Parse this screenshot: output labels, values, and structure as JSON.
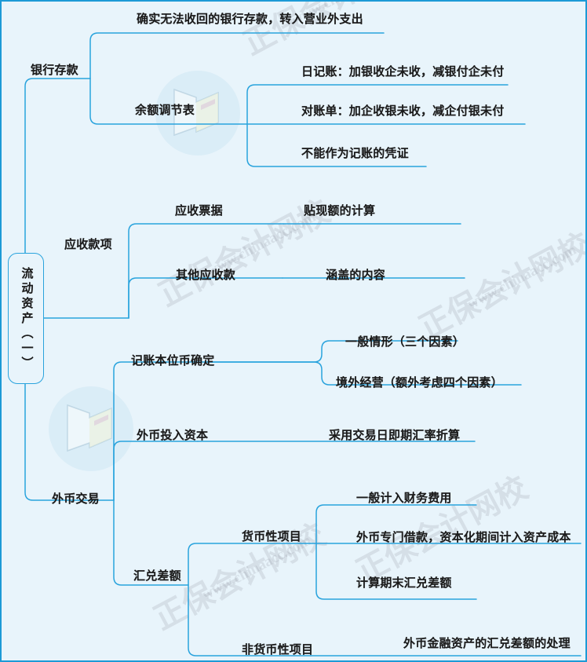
{
  "diagram": {
    "type": "mindmap",
    "title": "流动资产（一）",
    "background_color": "#e8f4fb",
    "border_color": "#1c9ad6",
    "line_color": "#29a3dd",
    "text_color": "#1b1b1b",
    "root": {
      "label": "流动资产（一）",
      "vertical_text": true
    },
    "branches": [
      {
        "label": "银行存款",
        "children": [
          {
            "label": "确实无法收回的银行存款，转入营业外支出",
            "children": []
          },
          {
            "label": "余额调节表",
            "children": [
              {
                "label": "日记账：加银收企未收，减银付企未付"
              },
              {
                "label": "对账单：加企收银未收，减企付银未付"
              },
              {
                "label": "不能作为记账的凭证"
              }
            ]
          }
        ]
      },
      {
        "label": "应收款项",
        "children": [
          {
            "label": "应收票据",
            "children": [
              {
                "label": "贴现额的计算"
              }
            ]
          },
          {
            "label": "其他应收款",
            "children": [
              {
                "label": "涵盖的内容"
              }
            ]
          }
        ]
      },
      {
        "label": "外币交易",
        "children": [
          {
            "label": "记账本位币确定",
            "children": [
              {
                "label": "一般情形（三个因素）"
              },
              {
                "label": "境外经营（额外考虑四个因素）"
              }
            ]
          },
          {
            "label": "外币投入资本",
            "children": [
              {
                "label": "采用交易日即期汇率折算"
              }
            ]
          },
          {
            "label": "汇兑差额",
            "children": [
              {
                "label": "货币性项目",
                "children": [
                  {
                    "label": "一般计入财务费用"
                  },
                  {
                    "label": "外币专门借款，资本化期间计入资产成本"
                  },
                  {
                    "label": "计算期末汇兑差额"
                  }
                ]
              },
              {
                "label": "非货币性项目",
                "children": [
                  {
                    "label": "外币金融资产的汇兑差额的处理"
                  }
                ]
              }
            ]
          }
        ]
      }
    ],
    "labels": {
      "n_bank": "银行存款",
      "n_bank_c1": "确实无法收回的银行存款，转入营业外支出",
      "n_bank_c2": "余额调节表",
      "n_bank_c2_1": "日记账：加银收企未收，减银付企未付",
      "n_bank_c2_2": "对账单：加企收银未收，减企付银未付",
      "n_bank_c2_3": "不能作为记账的凭证",
      "n_recv": "应收款项",
      "n_recv_c1": "应收票据",
      "n_recv_c1_1": "贴现额的计算",
      "n_recv_c2": "其他应收款",
      "n_recv_c2_1": "涵盖的内容",
      "n_fx": "外币交易",
      "n_fx_c1": "记账本位币确定",
      "n_fx_c1_1": "一般情形（三个因素）",
      "n_fx_c1_2": "境外经营（额外考虑四个因素）",
      "n_fx_c2": "外币投入资本",
      "n_fx_c2_1": "采用交易日即期汇率折算",
      "n_fx_c3": "汇兑差额",
      "n_fx_c3_1": "货币性项目",
      "n_fx_c3_1_1": "一般计入财务费用",
      "n_fx_c3_1_2": "外币专门借款，资本化期间计入资产成本",
      "n_fx_c3_1_3": "计算期末汇兑差额",
      "n_fx_c3_2": "非货币性项目",
      "n_fx_c3_2_1": "外币金融资产的汇兑差额的处理"
    },
    "watermark": {
      "text_cn": "正保会计网校",
      "text_url": "www.chinaacc.com"
    }
  }
}
